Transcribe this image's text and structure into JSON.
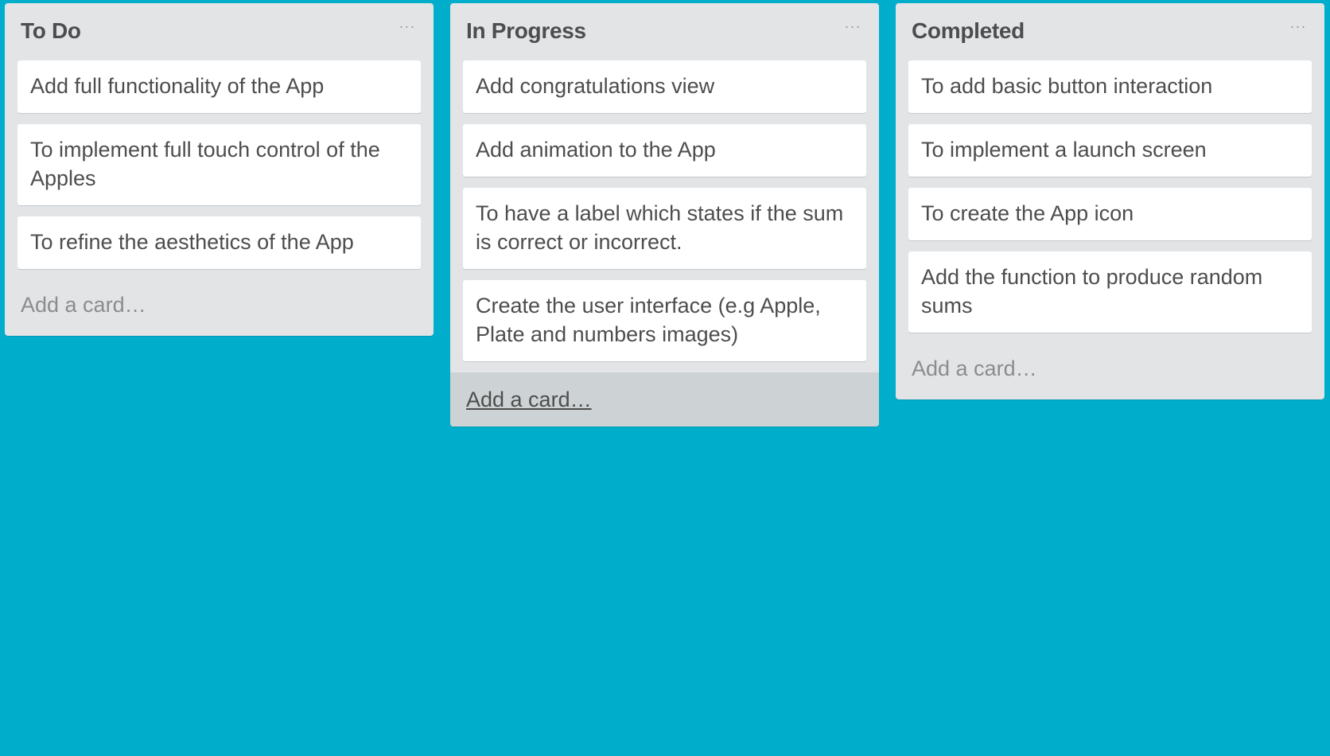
{
  "colors": {
    "board_background": "#00aecc",
    "list_background": "#e2e4e6",
    "card_background": "#ffffff",
    "add_card_hover_background": "#cdd2d4"
  },
  "icons": {
    "list_menu": "ellipsis-icon"
  },
  "lists": [
    {
      "title": "To Do",
      "menu": "···",
      "cards": [
        "Add full functionality of the App",
        "To implement full touch control of the Apples",
        "To refine the aesthetics of the App"
      ],
      "add_card": "Add a card…"
    },
    {
      "title": "In Progress",
      "menu": "···",
      "cards": [
        "Add congratulations view",
        "Add animation to the App",
        "To have a label which states if the sum is correct or incorrect.",
        "Create the user interface (e.g Apple, Plate and numbers images)"
      ],
      "add_card": "Add a card…"
    },
    {
      "title": "Completed",
      "menu": "···",
      "cards": [
        "To add basic button interaction",
        "To implement a launch screen",
        "To create the App icon",
        "Add the function to produce random sums"
      ],
      "add_card": "Add a card…"
    }
  ]
}
